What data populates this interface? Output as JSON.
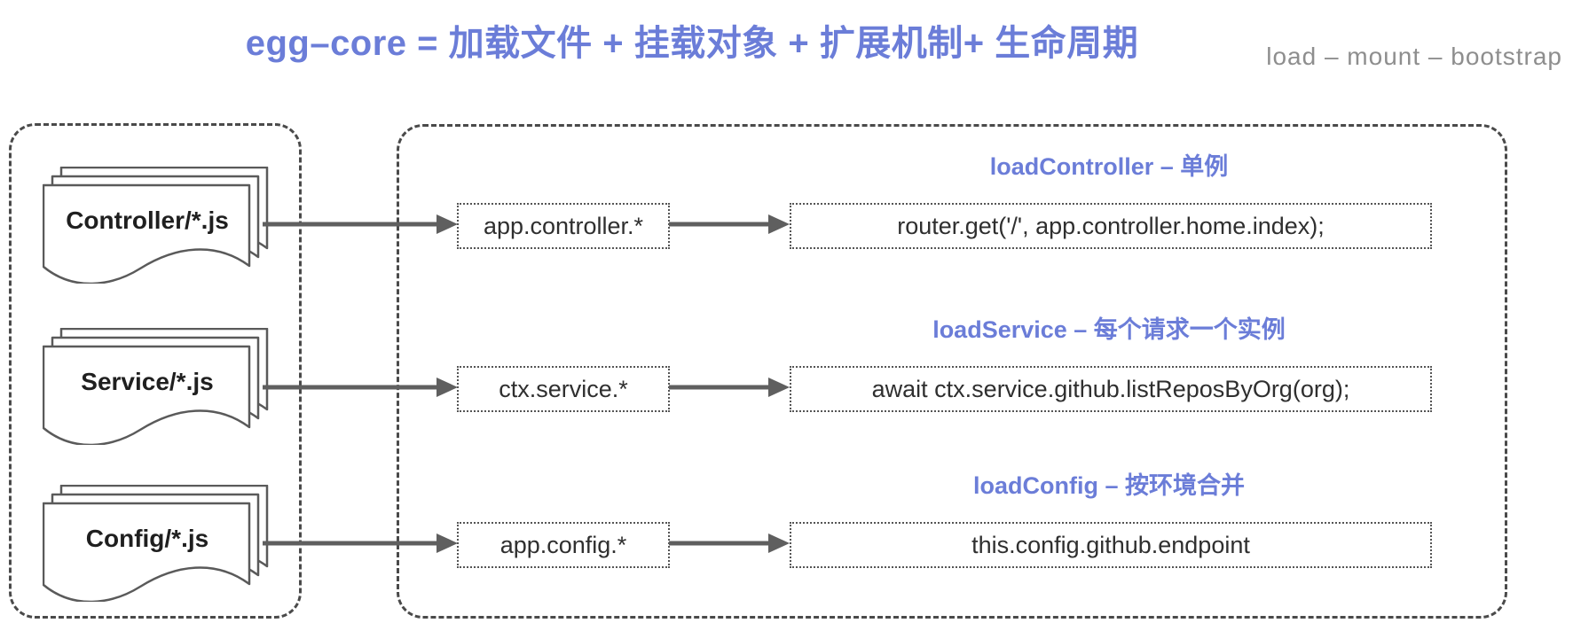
{
  "header": {
    "title": "egg–core = 加载文件 + 挂载对象 + 扩展机制+ 生命周期",
    "subtitle": "load – mount – bootstrap"
  },
  "colors": {
    "accent": "#6B7DD8",
    "subtitle_gray": "#8E8E8E",
    "line_gray": "#5F5F5F",
    "border_dark": "#4A4A4A",
    "text_dark": "#2F2F2F"
  },
  "sources": [
    {
      "label": "Controller/*.js"
    },
    {
      "label": "Service/*.js"
    },
    {
      "label": "Config/*.js"
    }
  ],
  "loaders": [
    {
      "title": "loadController – 单例",
      "mount": "app.controller.*",
      "usage": "router.get('/', app.controller.home.index);"
    },
    {
      "title": "loadService – 每个请求一个实例",
      "mount": "ctx.service.*",
      "usage": "await ctx.service.github.listReposByOrg(org);"
    },
    {
      "title": "loadConfig – 按环境合并",
      "mount": "app.config.*",
      "usage": "this.config.github.endpoint"
    }
  ]
}
